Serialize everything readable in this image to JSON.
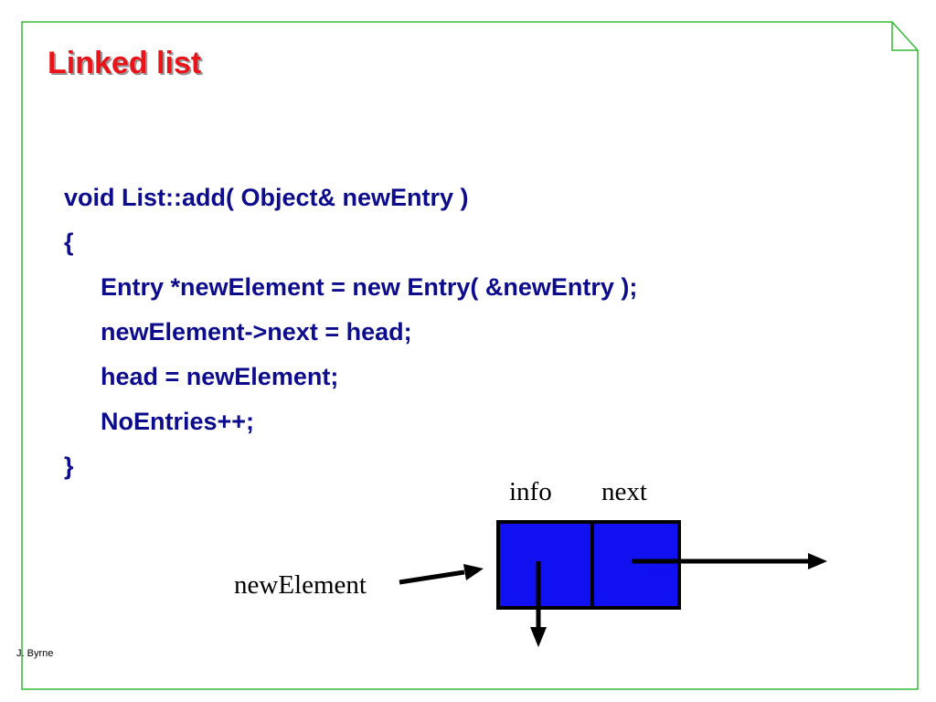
{
  "slide": {
    "title": "Linked list",
    "footer": "J. Byrne"
  },
  "code": {
    "lines": [
      "void List::add( Object& newEntry )",
      "{",
      "Entry *newElement = new Entry( &newEntry );",
      "newElement->next = head;",
      "head = newElement;",
      "NoEntries++;",
      "}"
    ]
  },
  "diagram": {
    "info_label": "info",
    "next_label": "next",
    "pointer_label": "newElement",
    "node_fill": "#1010f0"
  },
  "colors": {
    "frame": "#33b833",
    "title": "#e8141a",
    "code": "#0c0c8c"
  }
}
